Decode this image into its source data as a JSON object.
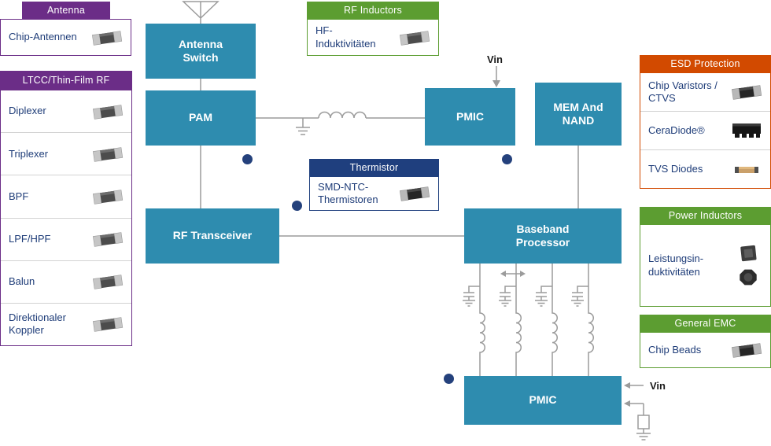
{
  "left_panel": {
    "antenna": {
      "header": "Antenna",
      "item": "Chip-Antennen"
    },
    "ltcc": {
      "header": "LTCC/Thin-Film RF",
      "items": [
        "Diplexer",
        "Triplexer",
        "BPF",
        "LPF/HPF",
        "Balun",
        "Direktionaler Koppler"
      ]
    }
  },
  "callouts": {
    "rf_inductors": {
      "header": "RF Inductors",
      "item": "HF-Induktivitäten"
    },
    "thermistor": {
      "header": "Thermistor",
      "item": "SMD-NTC-Thermistoren"
    },
    "esd": {
      "header": "ESD Protection",
      "items": [
        "Chip Varistors / CTVS",
        "CeraDiode®",
        "TVS Diodes"
      ]
    },
    "power_inductors": {
      "header": "Power Inductors",
      "item": "Leistungsin-duktivitäten"
    },
    "general_emc": {
      "header": "General EMC",
      "item": "Chip Beads"
    }
  },
  "blocks": {
    "antenna_switch": "Antenna Switch",
    "pam": "PAM",
    "rf_transceiver": "RF Transceiver",
    "pmic_top": "PMIC",
    "mem_nand": "MEM And NAND",
    "baseband": "Baseband Processor",
    "pmic_bottom": "PMIC"
  },
  "labels": {
    "vin_top": "Vin",
    "vin_bottom": "Vin"
  },
  "colors": {
    "block_teal": "#2E8CAF",
    "purple": "#6B2D87",
    "green": "#5C9D31",
    "navy": "#1F3F7E",
    "orange": "#D24A00",
    "link_text": "#1E3C78",
    "wire": "#9B9B9B",
    "dot": "#24417C"
  }
}
